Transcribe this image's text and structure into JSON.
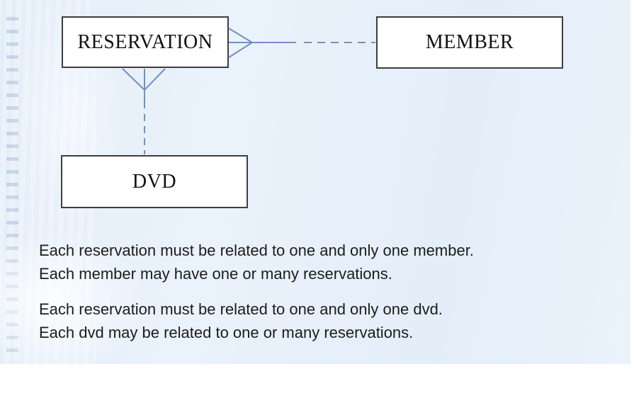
{
  "colors": {
    "slide-bg": "#e7f0fa",
    "line-blue": "#7191c6",
    "box-border": "#3e3e3e",
    "box-fill": "#ffffff",
    "text-color": "#1c1c1c"
  },
  "diagram": {
    "entities": [
      {
        "label": "RESERVATION"
      },
      {
        "label": "MEMBER"
      },
      {
        "label": "DVD"
      }
    ],
    "relationships": [
      {
        "from": "RESERVATION",
        "to": "MEMBER",
        "cardinality": "many-to-one",
        "line_style": "solid-then-dashed",
        "crows_foot_at": "RESERVATION"
      },
      {
        "from": "RESERVATION",
        "to": "DVD",
        "cardinality": "many-to-one",
        "line_style": "solid-then-dashed",
        "crows_foot_at": "RESERVATION"
      }
    ]
  },
  "notes": [
    {
      "lines": [
        "Each reservation must be related to one and only one member.",
        "Each member may have one or many reservations."
      ]
    },
    {
      "lines": [
        "Each reservation must be related to one and only one dvd.",
        "Each dvd may be related to one or many reservations."
      ]
    }
  ]
}
